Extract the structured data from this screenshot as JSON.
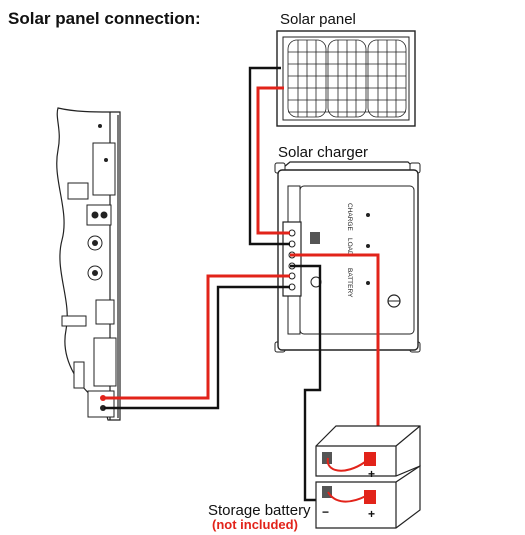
{
  "title": "Solar panel connection:",
  "labels": {
    "solar_panel": "Solar panel",
    "solar_charger": "Solar charger",
    "storage_battery": "Storage battery",
    "not_included": "(not included)"
  },
  "charger_text": {
    "charge": "CHARGE",
    "load": "LOAD",
    "battery": "BATTERY"
  },
  "battery_terminals": {
    "plus_top": "+",
    "plus_bottom": "+",
    "minus": "−"
  },
  "colors": {
    "positive_wire": "#e2231a",
    "negative_wire": "#111111"
  }
}
